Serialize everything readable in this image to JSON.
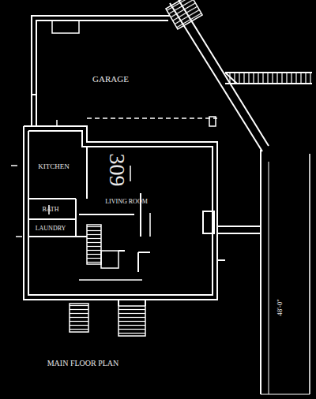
{
  "diagram": {
    "labels": [
      "GARAGE",
      "309",
      "KITCHEN",
      "LIVING ROOM",
      "BATH",
      "LAUNDRY",
      "MAIN FLOOR PLAN",
      "48'-0\""
    ]
  }
}
